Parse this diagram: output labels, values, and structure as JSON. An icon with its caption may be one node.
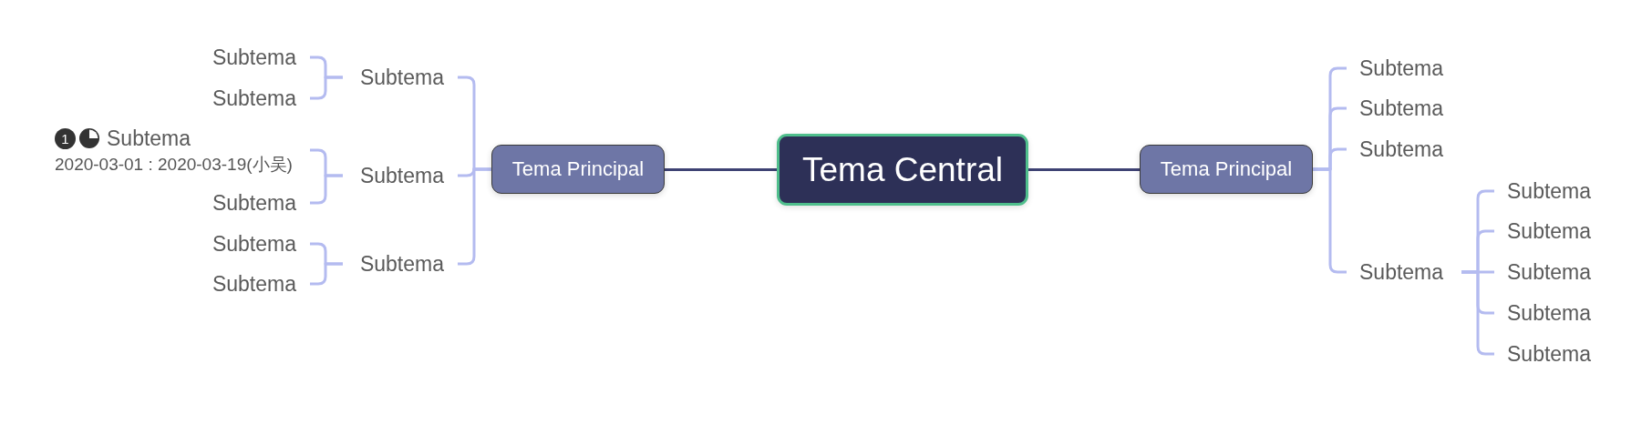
{
  "diagram": {
    "nodes": [
      {
        "text": [
          "Tema Central"
        ]
      },
      {
        "text": [
          "Tema Principal"
        ]
      },
      {
        "text": [
          "Subtema"
        ]
      },
      {
        "text": [
          "Subtema"
        ]
      },
      {
        "text": [
          "Subtema"
        ]
      },
      {
        "text": [
          "Subtema"
        ]
      },
      {
        "text": [
          "1",
          "Subtema",
          "2020-03-01 : 2020-03-19(小吴)"
        ]
      },
      {
        "text": [
          "Subtema"
        ]
      },
      {
        "text": [
          "Subtema"
        ]
      },
      {
        "text": [
          "Subtema"
        ]
      },
      {
        "text": [
          "Subtema"
        ]
      },
      {
        "text": [
          "Tema Principal"
        ]
      },
      {
        "text": [
          "Subtema"
        ]
      },
      {
        "text": [
          "Subtema"
        ]
      },
      {
        "text": [
          "Subtema"
        ]
      },
      {
        "text": [
          "Subtema"
        ]
      },
      {
        "text": [
          "Subtema"
        ]
      },
      {
        "text": [
          "Subtema"
        ]
      },
      {
        "text": [
          "Subtema"
        ]
      },
      {
        "text": [
          "Subtema"
        ]
      },
      {
        "text": [
          "Subtema"
        ]
      }
    ],
    "edges": [
      {
        "from": 0,
        "to": 1,
        "arrow": "none",
        "color": "#3e4273"
      },
      {
        "from": 1,
        "to": 2,
        "arrow": "none"
      },
      {
        "from": 2,
        "to": 3,
        "arrow": "none"
      },
      {
        "from": 2,
        "to": 4,
        "arrow": "none"
      },
      {
        "from": 1,
        "to": 5,
        "arrow": "none"
      },
      {
        "from": 5,
        "to": 6,
        "arrow": "none"
      },
      {
        "from": 5,
        "to": 7,
        "arrow": "none"
      },
      {
        "from": 1,
        "to": 8,
        "arrow": "none"
      },
      {
        "from": 8,
        "to": 9,
        "arrow": "none"
      },
      {
        "from": 8,
        "to": 10,
        "arrow": "none"
      },
      {
        "from": 0,
        "to": 11,
        "arrow": "none",
        "color": "#3e4273"
      },
      {
        "from": 11,
        "to": 12,
        "arrow": "none"
      },
      {
        "from": 11,
        "to": 13,
        "arrow": "none"
      },
      {
        "from": 11,
        "to": 14,
        "arrow": "none"
      },
      {
        "from": 11,
        "to": 15,
        "arrow": "none"
      },
      {
        "from": 15,
        "to": 16,
        "arrow": "none"
      },
      {
        "from": 15,
        "to": 17,
        "arrow": "none"
      },
      {
        "from": 15,
        "to": 18,
        "arrow": "none"
      },
      {
        "from": 15,
        "to": 19,
        "arrow": "none"
      },
      {
        "from": 15,
        "to": 20,
        "arrow": "none"
      }
    ]
  }
}
